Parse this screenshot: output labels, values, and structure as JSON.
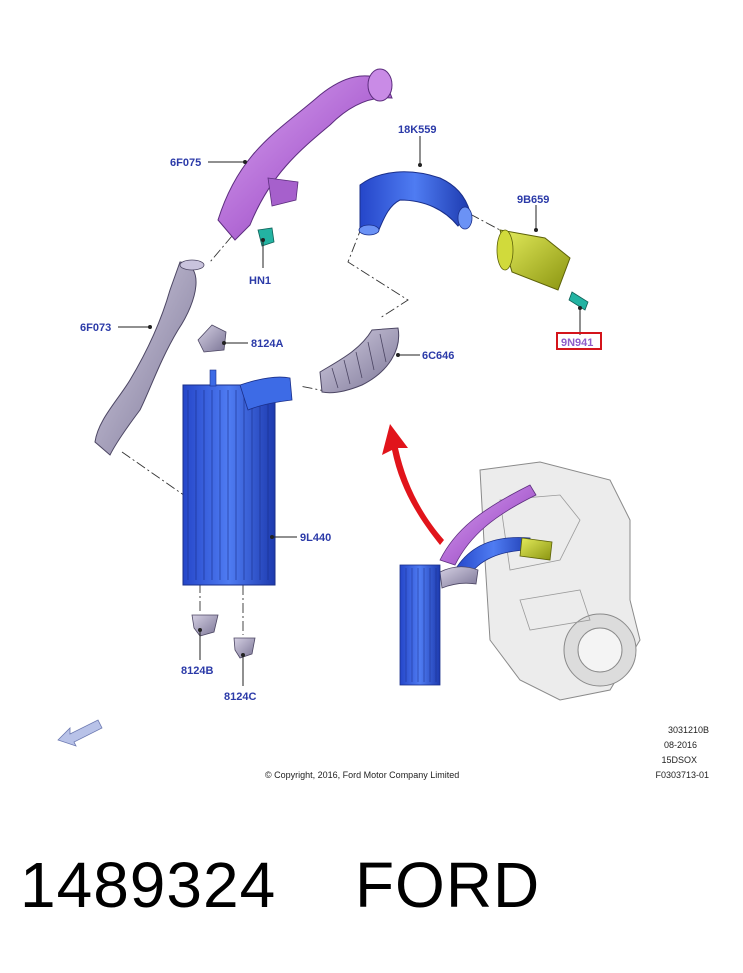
{
  "labels": {
    "p6f075": "6F075",
    "hn1": "HN1",
    "p18k559": "18K559",
    "p9b659": "9B659",
    "p9n941": "9N941",
    "p6f073": "6F073",
    "p8124a": "8124A",
    "p6c646": "6C646",
    "p9l440": "9L440",
    "p8124b": "8124B",
    "p8124c": "8124C"
  },
  "meta": {
    "code": "3031210B",
    "date": "08-2016",
    "model": "15DSOX",
    "figure": "F0303713-01",
    "copyright": "© Copyright, 2016, Ford Motor Company Limited"
  },
  "footer": {
    "part_number": "1489324",
    "brand": "FORD"
  },
  "colors": {
    "label_blue": "#2b3aa8",
    "highlight_red": "#d4141b",
    "intercooler_blue": "#2f5fe0",
    "pipe_purple": "#b36bd6",
    "sensor_green": "#b4c21e",
    "arrow_red": "#e1141b"
  }
}
